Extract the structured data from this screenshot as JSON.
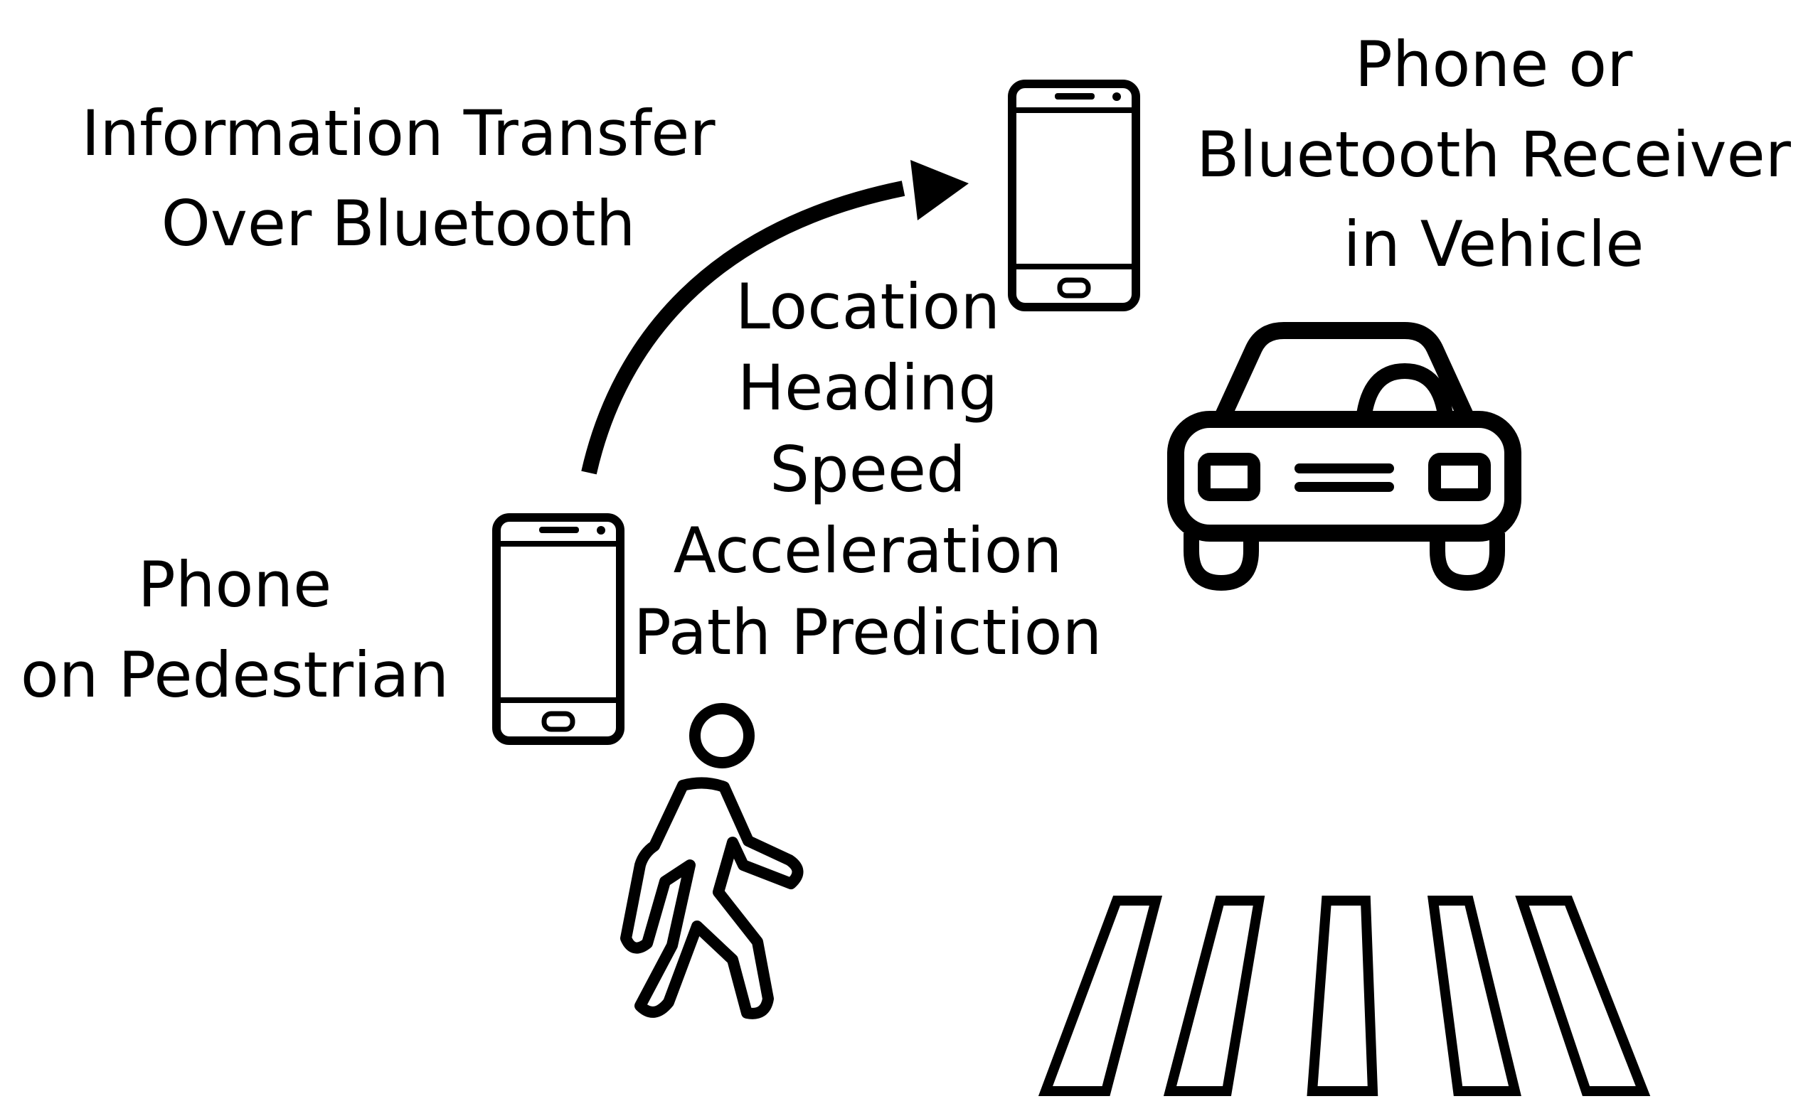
{
  "labels": {
    "transfer": {
      "line1": "Information Transfer",
      "line2": "Over Bluetooth"
    },
    "receiver": {
      "line1": "Phone or",
      "line2": "Bluetooth Receiver",
      "line3": "in Vehicle"
    },
    "data_fields": [
      "Location",
      "Heading",
      "Speed",
      "Acceleration",
      "Path Prediction"
    ],
    "pedestrian_phone": {
      "line1": "Phone",
      "line2": "on Pedestrian"
    }
  },
  "icons": {
    "arrow": "curved-arrow-icon",
    "receiver_phone": "smartphone-icon",
    "pedestrian_phone": "smartphone-icon",
    "vehicle": "car-icon",
    "pedestrian": "walking-person-icon",
    "crosswalk": "crosswalk-icon"
  },
  "colors": {
    "ink": "#000000",
    "background": "#ffffff"
  }
}
